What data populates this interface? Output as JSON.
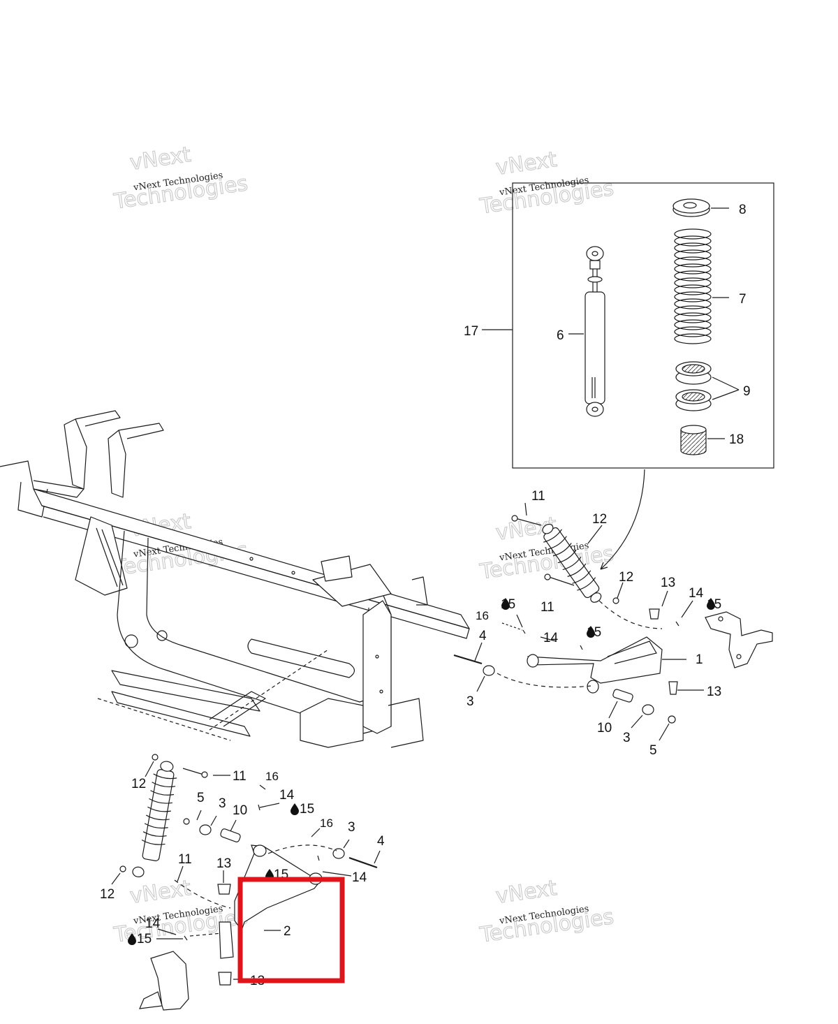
{
  "watermarks": [
    {
      "small": "vNext Technologies",
      "large1": "vNext",
      "large2": "Technologies"
    },
    {
      "small": "vNext Technologies",
      "large1": "vNext",
      "large2": "Technologies"
    },
    {
      "small": "vNext Technologies",
      "large1": "vNext",
      "large2": "Technologies"
    },
    {
      "small": "vNext Technologies",
      "large1": "vNext",
      "large2": "Technologies"
    },
    {
      "small": "vNext Technologies",
      "large1": "vNext",
      "large2": "Technologies"
    },
    {
      "small": "vNext Technologies",
      "large1": "vNext",
      "large2": "Technologies"
    }
  ],
  "inset": {
    "callouts": {
      "kit": "17",
      "shock": "6",
      "retainer": "8",
      "spring": "7",
      "adjuster": "9",
      "sleeve": "18"
    }
  },
  "right_assembly": {
    "callouts": {
      "bolt_top": "11",
      "nut_top": "12",
      "bolt_lower": "11",
      "nut_lower": "12",
      "plug_top": "13",
      "fitting_a": "14",
      "grease_a": "15",
      "pin": "16",
      "grease_b": "15",
      "fitting_b": "14",
      "grease_c": "15",
      "bolt_long": "4",
      "bushing_a": "3",
      "plug_bottom": "13",
      "tube": "10",
      "bushing_b": "3",
      "nut": "5",
      "knuckle": "1"
    }
  },
  "left_assembly": {
    "callouts": {
      "nut_top": "12",
      "bolt_top": "11",
      "pin_a": "16",
      "fitting_a": "14",
      "grease_a": "15",
      "nut": "5",
      "bushing_a": "3",
      "tube": "10",
      "pin_b": "16",
      "bushing_b": "3",
      "bolt_long": "4",
      "bolt_lower": "11",
      "plug": "13",
      "grease_b": "15",
      "fitting_b": "14",
      "nut_lower": "12",
      "fitting_c": "14",
      "grease_c": "15",
      "arm": "2",
      "plug_bottom": "13"
    }
  },
  "highlight_color": "#e0141b",
  "line_color": "#1a1a1a"
}
